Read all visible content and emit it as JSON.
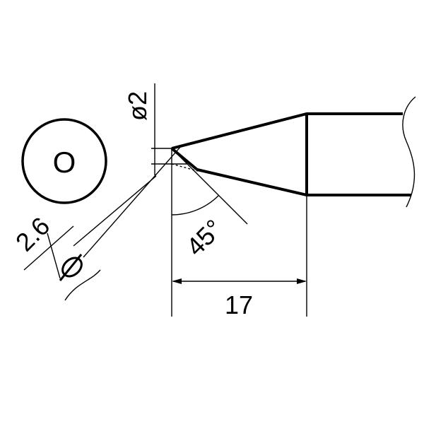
{
  "labels": {
    "tip_code": "O",
    "tip_flat_diameter": "ø2",
    "outer_diameter_value": "2.6",
    "angle": "45°",
    "length": "17"
  }
}
